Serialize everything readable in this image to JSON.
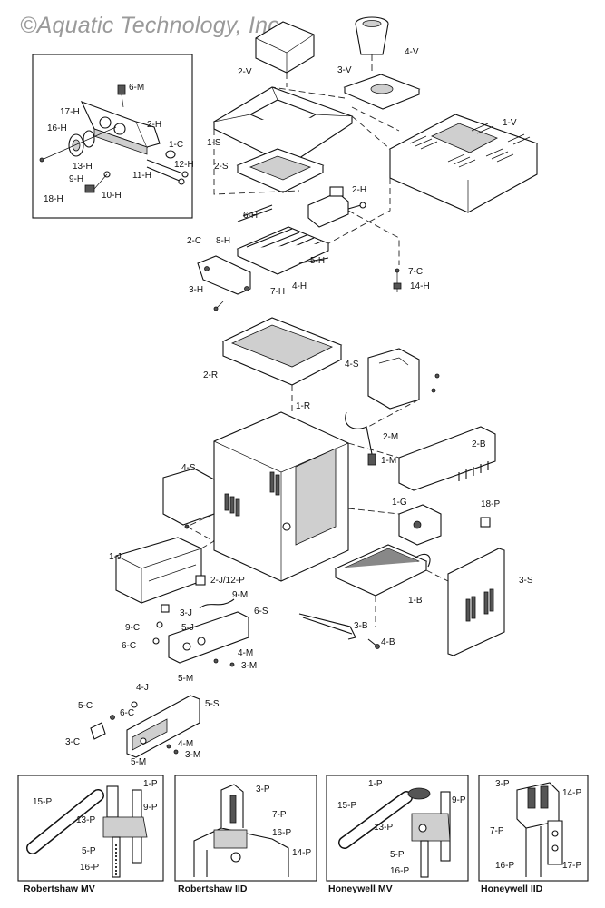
{
  "watermark": "©Aquatic Technology, Inc.",
  "parts": {
    "p_6M": "6-M",
    "p_2H_a": "2-H",
    "p_17H": "17-H",
    "p_16H": "16-H",
    "p_1C": "1-C",
    "p_13H": "13-H",
    "p_12H": "12-H",
    "p_9H": "9-H",
    "p_11H": "11-H",
    "p_10H": "10-H",
    "p_18H": "18-H",
    "p_2V": "2-V",
    "p_4V": "4-V",
    "p_3V": "3-V",
    "p_1V": "1-V",
    "p_1S": "1-S",
    "p_2S": "2-S",
    "p_2H_b": "2-H",
    "p_6H": "6-H",
    "p_2C": "2-C",
    "p_8H": "8-H",
    "p_5H": "5-H",
    "p_3H": "3-H",
    "p_7H": "7-H",
    "p_4H": "4-H",
    "p_7C": "7-C",
    "p_14H": "14-H",
    "p_2R": "2-R",
    "p_4S_a": "4-S",
    "p_1R": "1-R",
    "p_2M": "2-M",
    "p_1M": "1-M",
    "p_2B": "2-B",
    "p_4S_b": "4-S",
    "p_1G": "1-G",
    "p_18P": "18-P",
    "p_1J": "1-J",
    "p_2J12P": "2-J/12-P",
    "p_3J": "3-J",
    "p_9M": "9-M",
    "p_6S": "6-S",
    "p_3S": "3-S",
    "p_1B": "1-B",
    "p_3B": "3-B",
    "p_9C": "9-C",
    "p_5J": "5-J",
    "p_6C_a": "6-C",
    "p_4M_a": "4-M",
    "p_3M_a": "3-M",
    "p_5M_a": "5-M",
    "p_4B": "4-B",
    "p_4J": "4-J",
    "p_5S": "5-S",
    "p_5C": "5-C",
    "p_6C_b": "6-C",
    "p_3C": "3-C",
    "p_4M_b": "4-M",
    "p_3M_b": "3-M",
    "p_5M_b": "5-M"
  },
  "insets": [
    {
      "caption": "Robertshaw MV",
      "labels": [
        "1-P",
        "15-P",
        "9-P",
        "13-P",
        "5-P",
        "16-P"
      ]
    },
    {
      "caption": "Robertshaw IID",
      "labels": [
        "3-P",
        "7-P",
        "16-P",
        "14-P"
      ]
    },
    {
      "caption": "Honeywell MV",
      "labels": [
        "1-P",
        "15-P",
        "9-P",
        "13-P",
        "5-P",
        "16-P"
      ]
    },
    {
      "caption": "Honeywell IID",
      "labels": [
        "3-P",
        "14-P",
        "7-P",
        "16-P",
        "17-P"
      ]
    }
  ]
}
